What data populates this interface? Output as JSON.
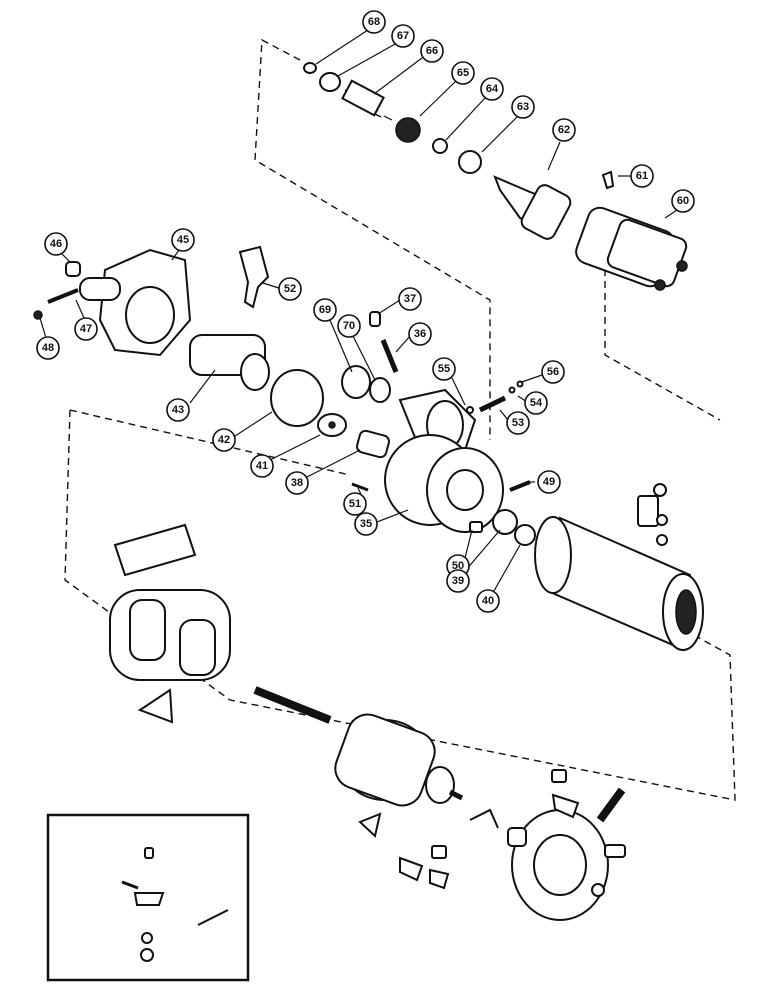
{
  "diagram": {
    "callouts": [
      "68",
      "67",
      "66",
      "65",
      "64",
      "63",
      "62",
      "61",
      "60",
      "46",
      "45",
      "52",
      "47",
      "48",
      "69",
      "70",
      "37",
      "36",
      "43",
      "55",
      "56",
      "54",
      "53",
      "42",
      "41",
      "38",
      "51",
      "35",
      "49",
      "50",
      "39",
      "40"
    ]
  }
}
